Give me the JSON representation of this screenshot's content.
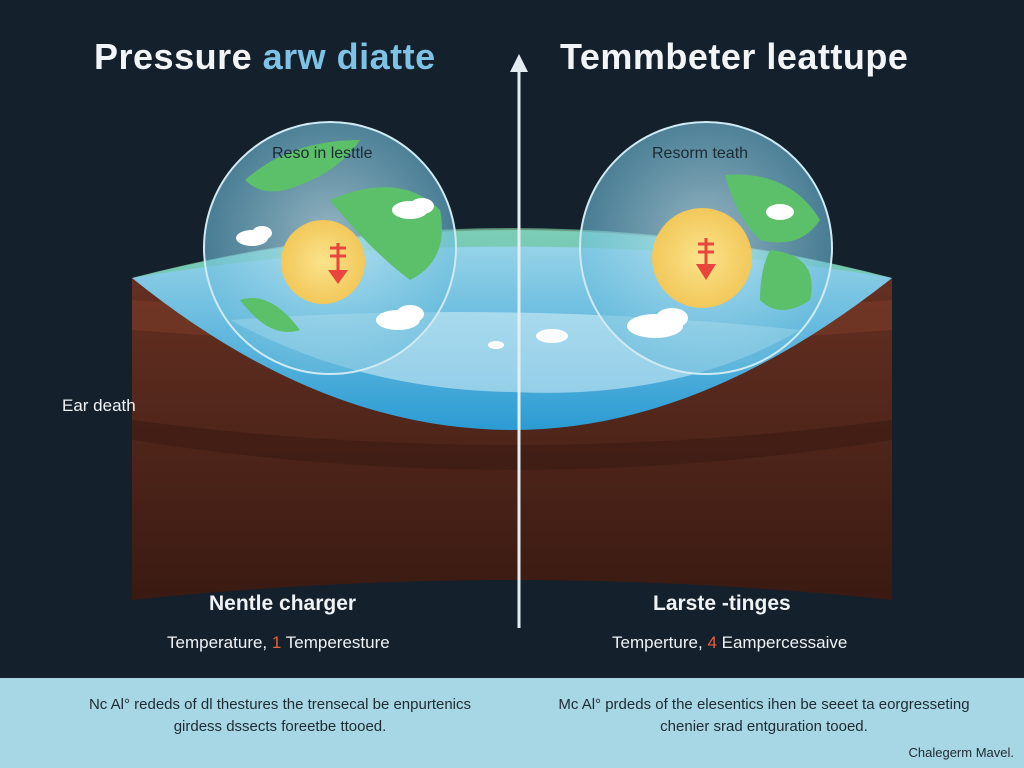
{
  "titles": {
    "left_a": "Pressure ",
    "left_b": "arw diatte",
    "right": "Temmbeter leattupe"
  },
  "globes": {
    "left_label": "Reso in lesttle",
    "right_label": "Resorm teath"
  },
  "side_label": "Ear death",
  "left_panel": {
    "heading": "Nentle charger",
    "temp_a": "Temperature, ",
    "temp_num": "1",
    "temp_b": " Temperesture"
  },
  "right_panel": {
    "heading": "Larste -tinges",
    "temp_a": "Temperture, ",
    "temp_num": "4",
    "temp_b": " Eampercessaive"
  },
  "notes": {
    "left": "Nc Al° rededs of dl thestures the trensecal be enpurtenics girdess dssects foreetbe ttooed.",
    "right": "Mc Al° prdeds of the elesentics ihen be seeet ta eorgresseting chenier srad entguration tooed."
  },
  "credit": "Chalegerm Mavel.",
  "icons": {
    "arrow": "up-arrow-icon",
    "thermometer": "thermometer-down-icon",
    "cloud": "cloud-icon"
  },
  "colors": {
    "background": "#14202c",
    "ocean": "#3fa9d8",
    "earth": "#5a2a1e",
    "land": "#5cbf6a",
    "heat": "#f6d26a",
    "arrow": "#e8453c",
    "band": "#a7d6e4"
  }
}
